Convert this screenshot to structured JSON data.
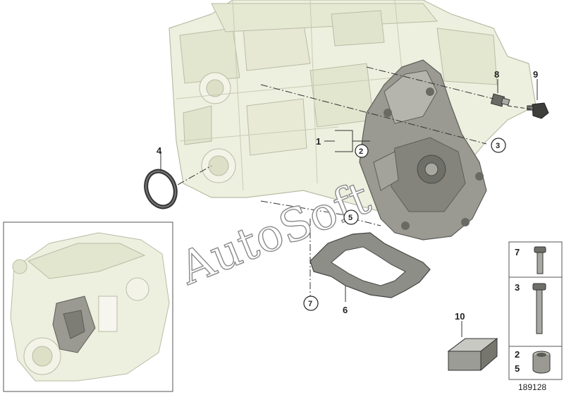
{
  "figure_number": "189128",
  "watermark_text": "AutoSoft",
  "colors": {
    "engine_fill": "#eef0df",
    "engine_stroke": "#b9bca6",
    "bracket_fill": "#9a9a93",
    "bracket_dark": "#5e5e58",
    "line": "#333333"
  },
  "callouts": [
    {
      "id": "1",
      "label": "1",
      "circled": false
    },
    {
      "id": "2",
      "label": "2",
      "circled": true
    },
    {
      "id": "3",
      "label": "3",
      "circled": true
    },
    {
      "id": "4",
      "label": "4",
      "circled": false
    },
    {
      "id": "5",
      "label": "5",
      "circled": true
    },
    {
      "id": "6",
      "label": "6",
      "circled": false
    },
    {
      "id": "7",
      "label": "7",
      "circled": true
    },
    {
      "id": "8",
      "label": "8",
      "circled": false
    },
    {
      "id": "9",
      "label": "9",
      "circled": false
    },
    {
      "id": "10",
      "label": "10",
      "circled": false
    }
  ],
  "hardware_panel": {
    "rows": [
      {
        "labels": [
          "7"
        ],
        "part": "short-bolt"
      },
      {
        "labels": [
          "3"
        ],
        "part": "long-bolt"
      },
      {
        "labels": [
          "2",
          "5"
        ],
        "part": "sleeve"
      }
    ]
  }
}
